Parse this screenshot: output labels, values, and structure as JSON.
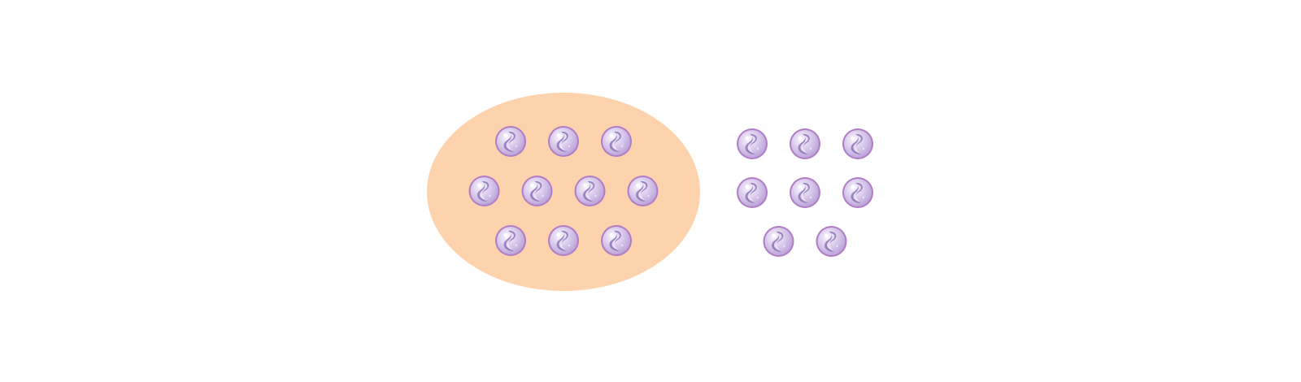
{
  "colors": {
    "background": "#ffffff",
    "group_oval_fill": "#fdd3ae",
    "marble_rim": "#b07cc6",
    "marble_body": "#d7c7ea",
    "marble_swirl": "#8e74b8",
    "marble_highlight": "#ffffff"
  },
  "groups": [
    {
      "id": "circled-group",
      "enclosed": true,
      "marble_icon": "marble-icon",
      "rows": [
        3,
        4,
        3
      ],
      "count": 10
    },
    {
      "id": "loose-group",
      "enclosed": false,
      "marble_icon": "marble-icon",
      "rows": [
        3,
        3,
        2
      ],
      "count": 8
    }
  ]
}
